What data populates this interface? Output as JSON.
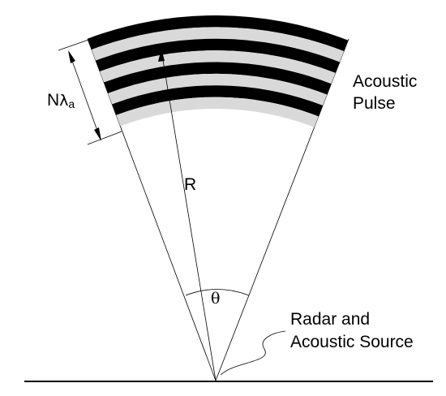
{
  "labels": {
    "acoustic_pulse_line1": "Acoustic",
    "acoustic_pulse_line2": "Pulse",
    "range": "R",
    "angle": "θ",
    "pulse_length_n": "N",
    "pulse_length_lambda": "λ",
    "pulse_length_sub": "a",
    "source_line1": "Radar and",
    "source_line2": "Acoustic Source"
  },
  "colors": {
    "dark_band": "#000000",
    "light_band": "#d9d9d9",
    "line": "#000000"
  },
  "pulse": {
    "dark_bands": 4,
    "light_bands": 4
  }
}
